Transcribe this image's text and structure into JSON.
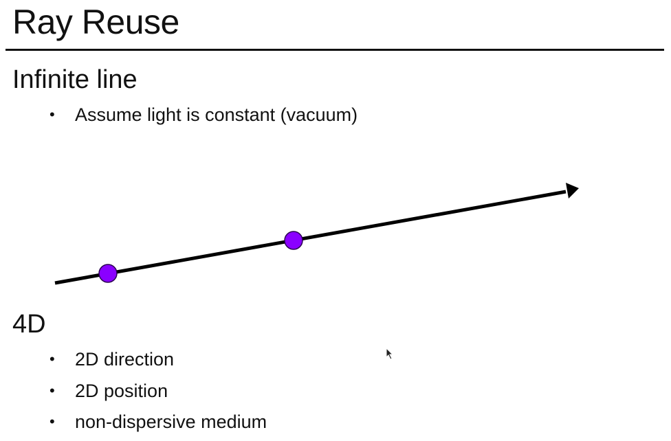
{
  "slide": {
    "title": "Ray Reuse",
    "sections": [
      {
        "heading": "Infinite line",
        "bullets": [
          "Assume light is constant (vacuum)"
        ]
      },
      {
        "heading": "4D",
        "bullets": [
          "2D direction",
          "2D position",
          "non-dispersive medium"
        ]
      }
    ],
    "bullet_glyph": "•"
  },
  "diagram": {
    "elements": [
      "ray-line",
      "arrowhead",
      "sample-point",
      "sample-point"
    ],
    "colors": {
      "ray": "#000000",
      "point_fill": "#8a00ff",
      "point_stroke": "#2a0050"
    }
  },
  "icons": {
    "cursor": "mouse-pointer-icon"
  }
}
